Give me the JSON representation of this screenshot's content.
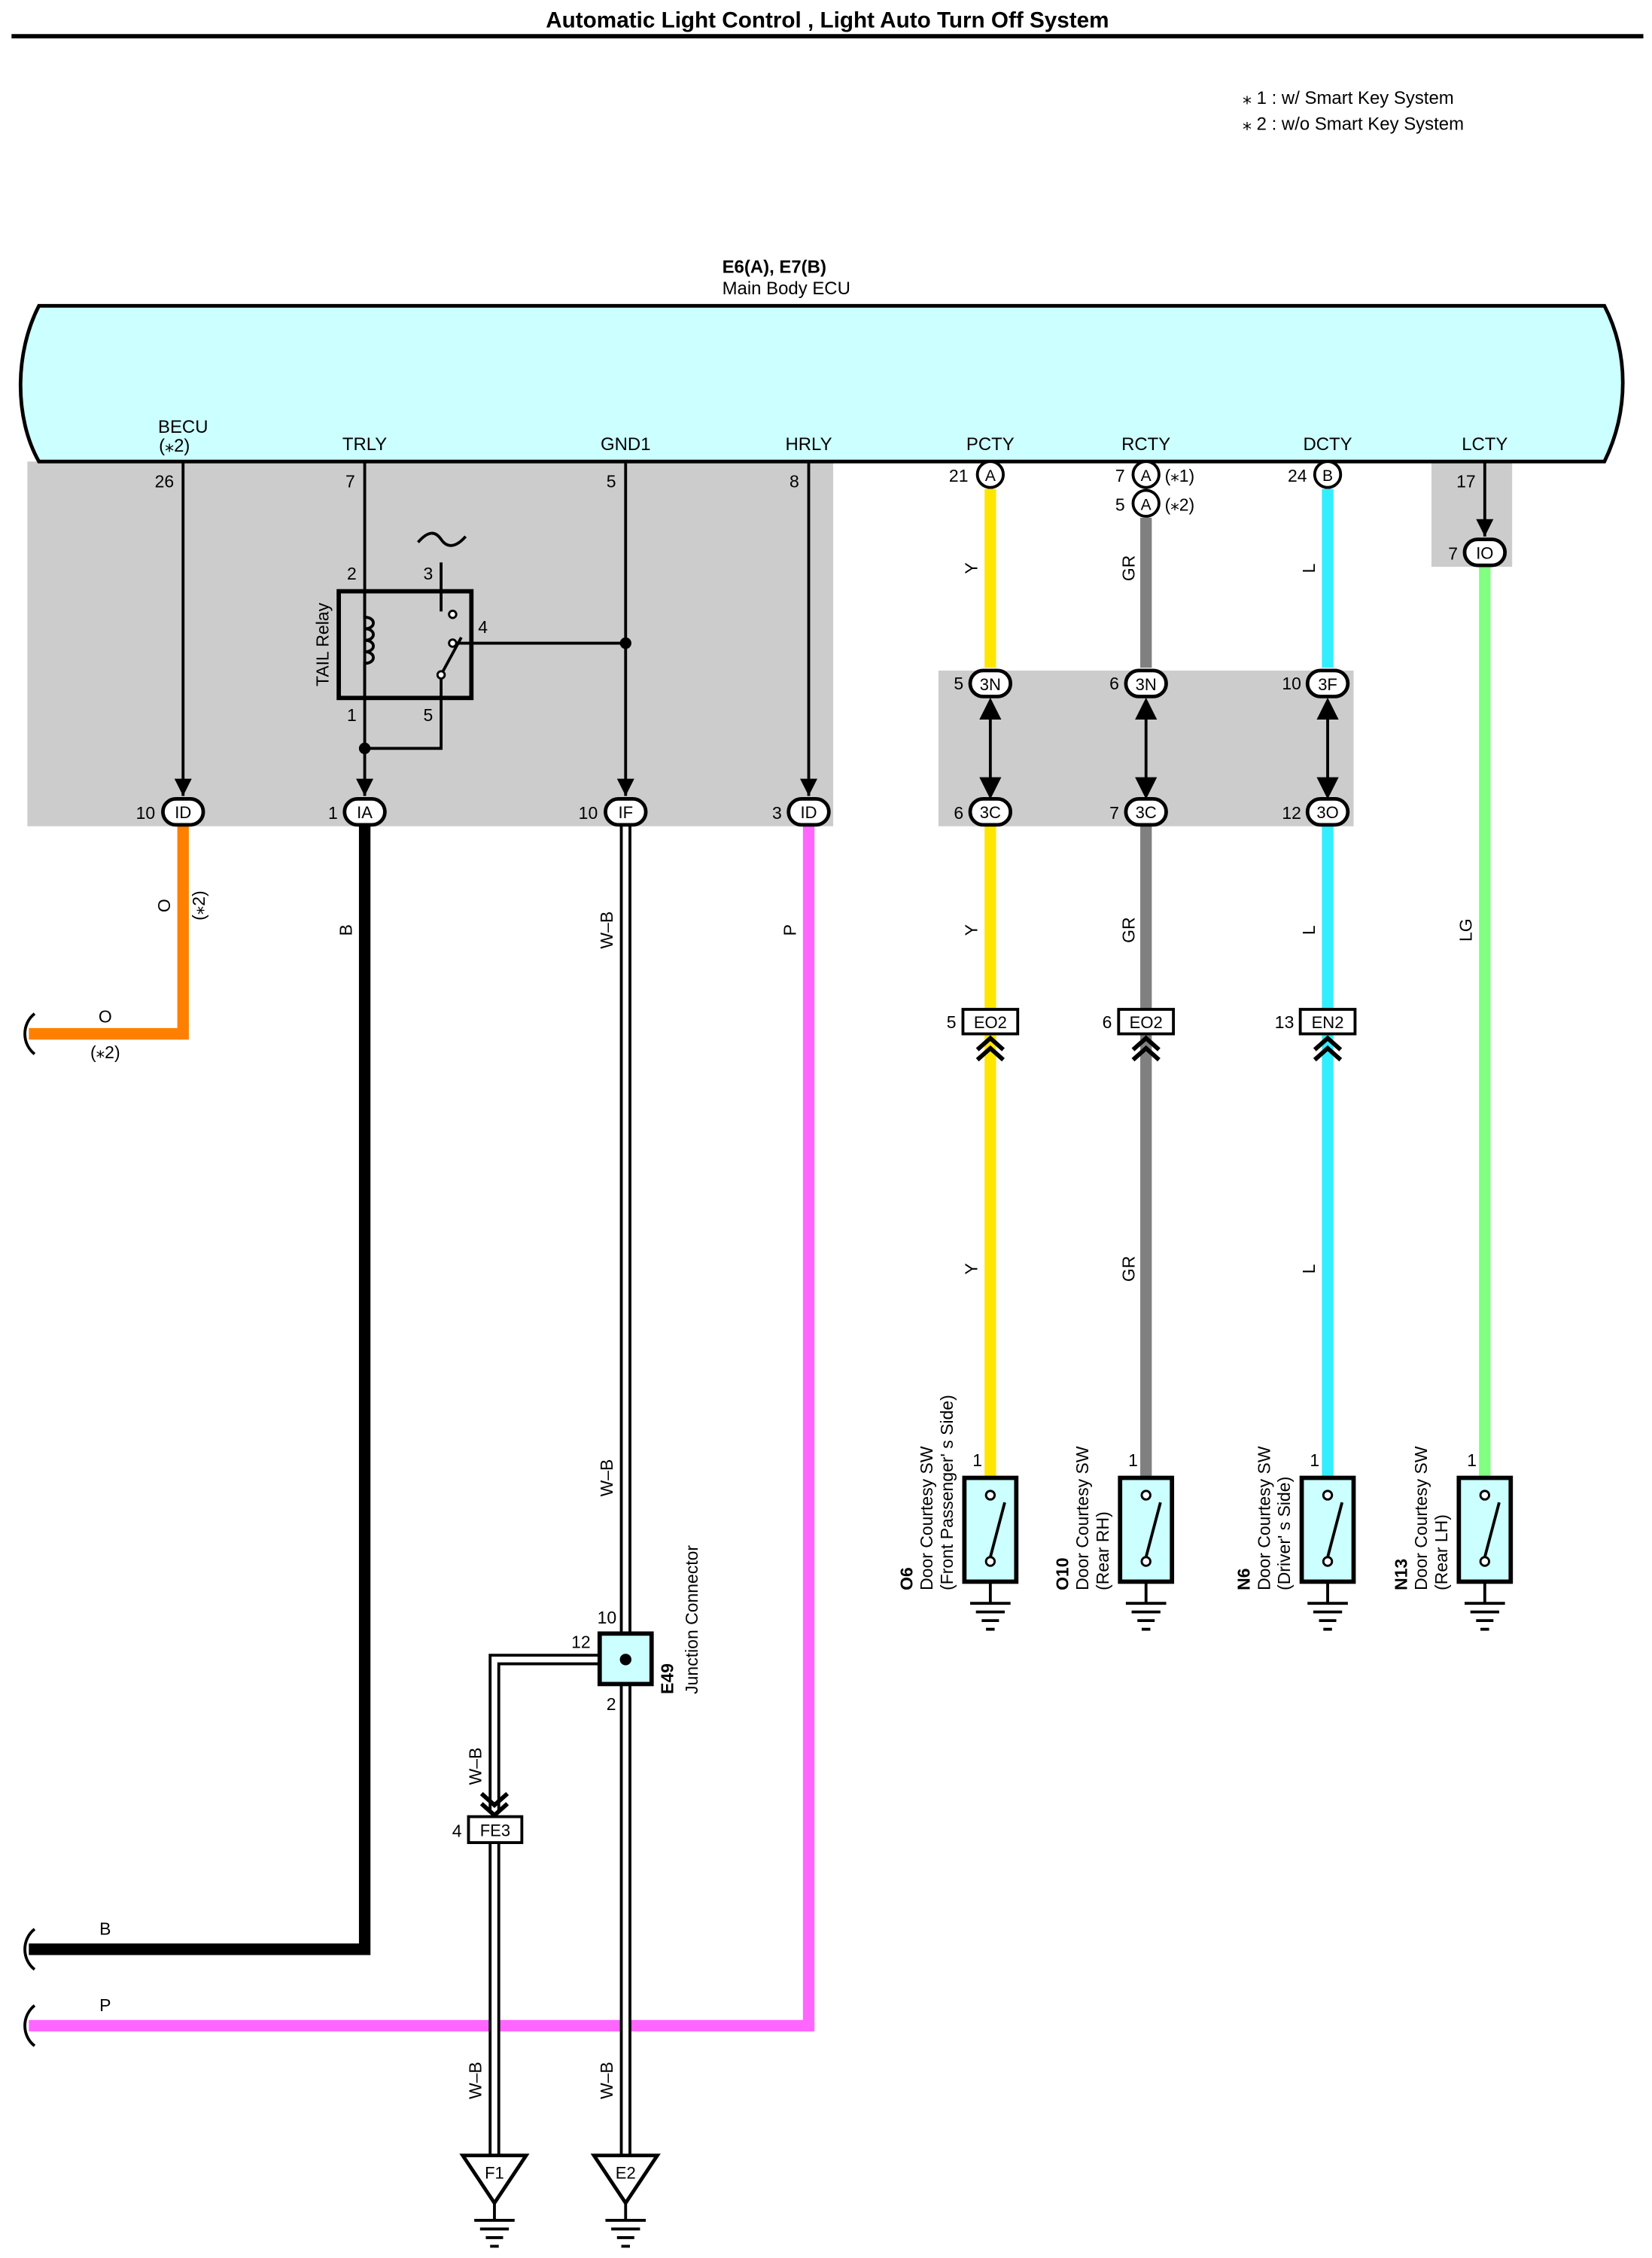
{
  "title": "Automatic Light Control , Light Auto Turn Off System",
  "notes": [
    "⁎ 1 : w/ Smart Key System",
    "⁎ 2 : w/o Smart Key System"
  ],
  "ecu": {
    "code": "E6(A), E7(B)",
    "name": "Main Body ECU"
  },
  "terminals": [
    {
      "name": "BECU",
      "sub": "(⁎2)",
      "pin": "26"
    },
    {
      "name": "TRLY",
      "pin": "7"
    },
    {
      "name": "GND1",
      "pin": "5"
    },
    {
      "name": "HRLY",
      "pin": "8"
    },
    {
      "name": "PCTY",
      "pin": "21",
      "conn": "A"
    },
    {
      "name": "RCTY",
      "pin": "7",
      "conn": "A",
      "note": "(⁎1)",
      "pin2": "5",
      "conn2": "A",
      "note2": "(⁎2)"
    },
    {
      "name": "DCTY",
      "pin": "24",
      "conn": "B"
    },
    {
      "name": "LCTY",
      "pin": "17"
    }
  ],
  "relay": {
    "name": "TAIL Relay",
    "pins": [
      "2",
      "3",
      "4",
      "1",
      "5"
    ]
  },
  "jb_connectors_bottom": [
    {
      "pin": "10",
      "conn": "ID"
    },
    {
      "pin": "1",
      "conn": "IA"
    },
    {
      "pin": "10",
      "conn": "IF"
    },
    {
      "pin": "3",
      "conn": "ID"
    },
    {
      "pin": "6",
      "conn": "3C"
    },
    {
      "pin": "7",
      "conn": "3C"
    },
    {
      "pin": "12",
      "conn": "3O"
    }
  ],
  "jb_connectors_top": [
    {
      "pin": "5",
      "conn": "3N"
    },
    {
      "pin": "6",
      "conn": "3N"
    },
    {
      "pin": "10",
      "conn": "3F"
    }
  ],
  "lcty_connector": {
    "pin": "7",
    "conn": "IO"
  },
  "wire_colors": {
    "O": "O",
    "B": "B",
    "WB": "W–B",
    "P": "P",
    "Y": "Y",
    "GR": "GR",
    "L": "L",
    "LG": "LG",
    "note2": "(⁎2)"
  },
  "inline_connectors": [
    {
      "pin": "5",
      "conn": "EO2"
    },
    {
      "pin": "6",
      "conn": "EO2"
    },
    {
      "pin": "13",
      "conn": "EN2"
    }
  ],
  "switches": [
    {
      "code": "O6",
      "name": "Door Courtesy SW",
      "side": "(Front Passenger' s Side)",
      "pin": "1"
    },
    {
      "code": "O10",
      "name": "Door Courtesy SW",
      "side": "(Rear RH)",
      "pin": "1"
    },
    {
      "code": "N6",
      "name": "Door Courtesy SW",
      "side": "(Driver' s Side)",
      "pin": "1"
    },
    {
      "code": "N13",
      "name": "Door Courtesy SW",
      "side": "(Rear LH)",
      "pin": "1"
    }
  ],
  "junction": {
    "code": "E49",
    "name": "Junction Connector",
    "pins": [
      "10",
      "12",
      "2"
    ]
  },
  "fe3": {
    "pin": "4",
    "conn": "FE3"
  },
  "grounds": [
    "F1",
    "E2"
  ],
  "colors": {
    "ecu_fill": "#ccffff",
    "jb_fill": "#cccccc",
    "O": "#ff8000",
    "B": "#000000",
    "P": "#ff66ff",
    "Y": "#ffe600",
    "GR": "#808080",
    "L": "#33eeff",
    "LG": "#80ff80",
    "switch_fill": "#ccffff"
  }
}
